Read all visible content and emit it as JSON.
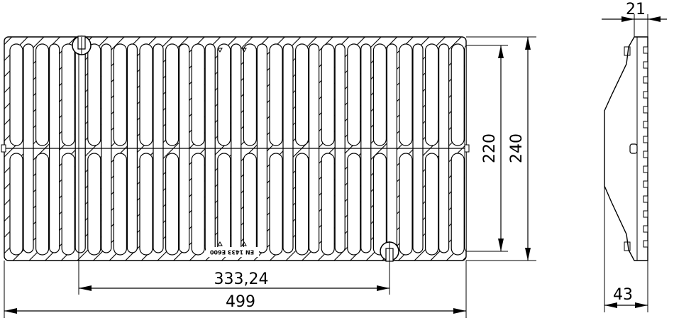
{
  "drawing": {
    "marking": "EN 1433 E600",
    "dimensions": {
      "overall_length": "499",
      "bolt_spacing": "333,24",
      "inner_width": "220",
      "outer_width": "240",
      "top_thickness": "21",
      "total_height": "43"
    }
  }
}
